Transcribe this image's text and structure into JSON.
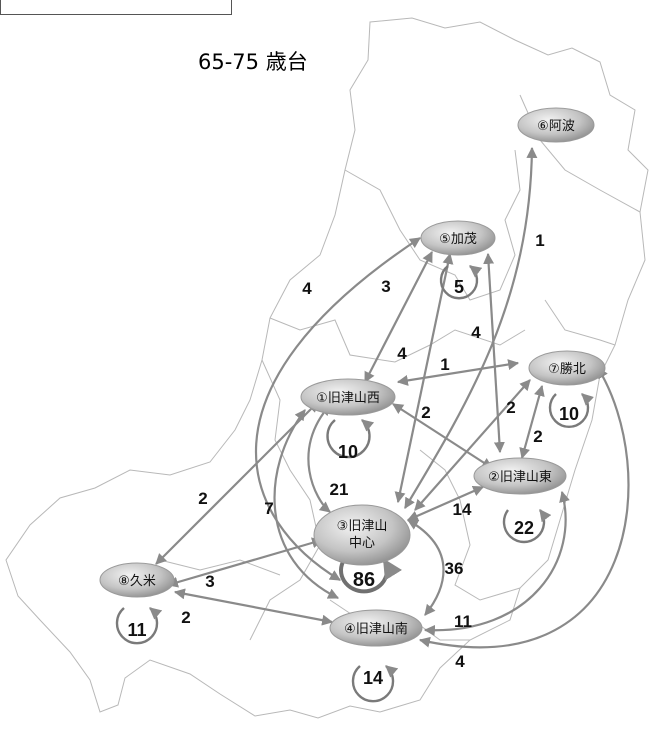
{
  "title": "65-75 歳台",
  "nodes": [
    {
      "id": "n1",
      "label": "①旧津山西",
      "self": "10"
    },
    {
      "id": "n2",
      "label": "②旧津山東",
      "self": "22"
    },
    {
      "id": "n3",
      "label": "③旧津山",
      "label2": "中心",
      "self": "86"
    },
    {
      "id": "n4",
      "label": "④旧津山南",
      "self": "14"
    },
    {
      "id": "n5",
      "label": "⑤加茂",
      "self": "5"
    },
    {
      "id": "n6",
      "label": "⑥阿波"
    },
    {
      "id": "n7",
      "label": "⑦勝北",
      "self": "10"
    },
    {
      "id": "n8",
      "label": "⑧久米",
      "self": "11"
    }
  ],
  "flows": [
    {
      "id": "f-4-5",
      "value": "4"
    },
    {
      "id": "f-1-5",
      "value": "3"
    },
    {
      "id": "f-3-5",
      "value": "4"
    },
    {
      "id": "f-2-5",
      "value": "4"
    },
    {
      "id": "f-3-6",
      "value": "1"
    },
    {
      "id": "f-1-7",
      "value": "1"
    },
    {
      "id": "f-1-2",
      "value": "2"
    },
    {
      "id": "f-2-7",
      "value": "2"
    },
    {
      "id": "f-3-7",
      "value": "2"
    },
    {
      "id": "f-1-8",
      "value": "2"
    },
    {
      "id": "f-1-4",
      "value": "7"
    },
    {
      "id": "f-1-3",
      "value": "21"
    },
    {
      "id": "f-2-3",
      "value": "14"
    },
    {
      "id": "f-3-8",
      "value": "3"
    },
    {
      "id": "f-3-4",
      "value": "36"
    },
    {
      "id": "f-4-8",
      "value": "2"
    },
    {
      "id": "f-2-4",
      "value": "11"
    },
    {
      "id": "f-4-7",
      "value": "4"
    }
  ],
  "colors": {
    "arrow": "#8a8a8a",
    "self_arrow": "#7a7a7a",
    "boundary": "#b8b8b8",
    "node_fill": "#bdbdbd"
  }
}
